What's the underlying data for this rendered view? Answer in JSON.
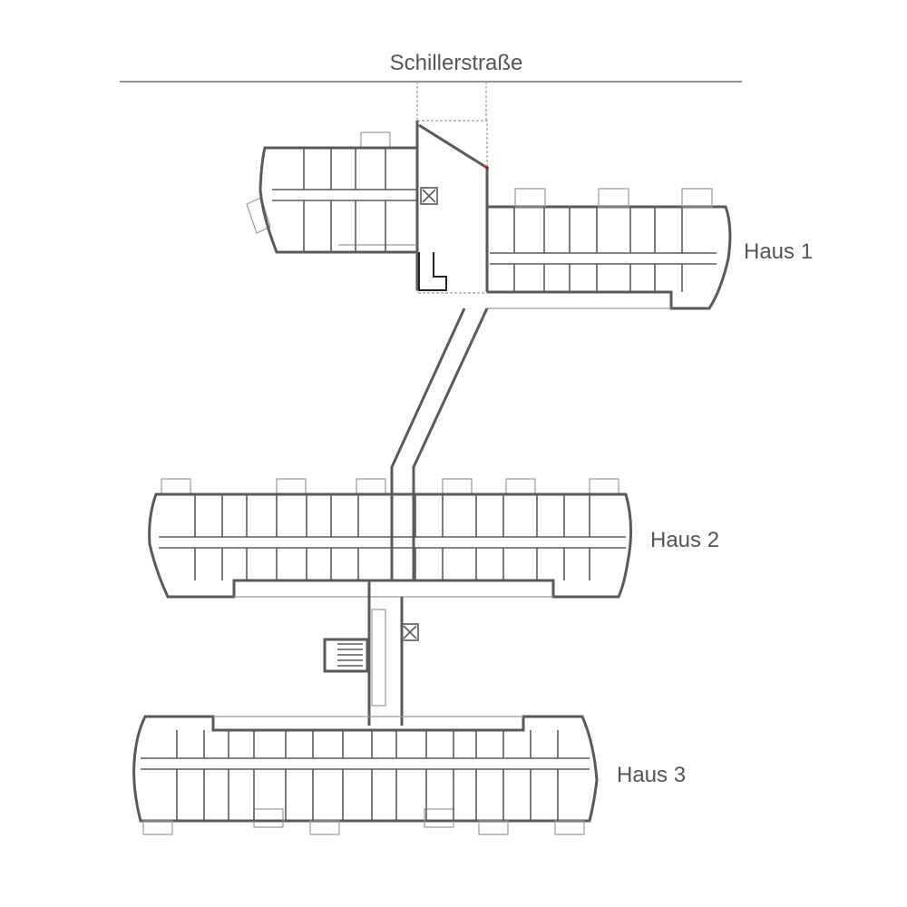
{
  "street": {
    "name": "Schillerstraße"
  },
  "buildings": [
    {
      "label": "Haus 1"
    },
    {
      "label": "Haus 2"
    },
    {
      "label": "Haus 3"
    }
  ]
}
